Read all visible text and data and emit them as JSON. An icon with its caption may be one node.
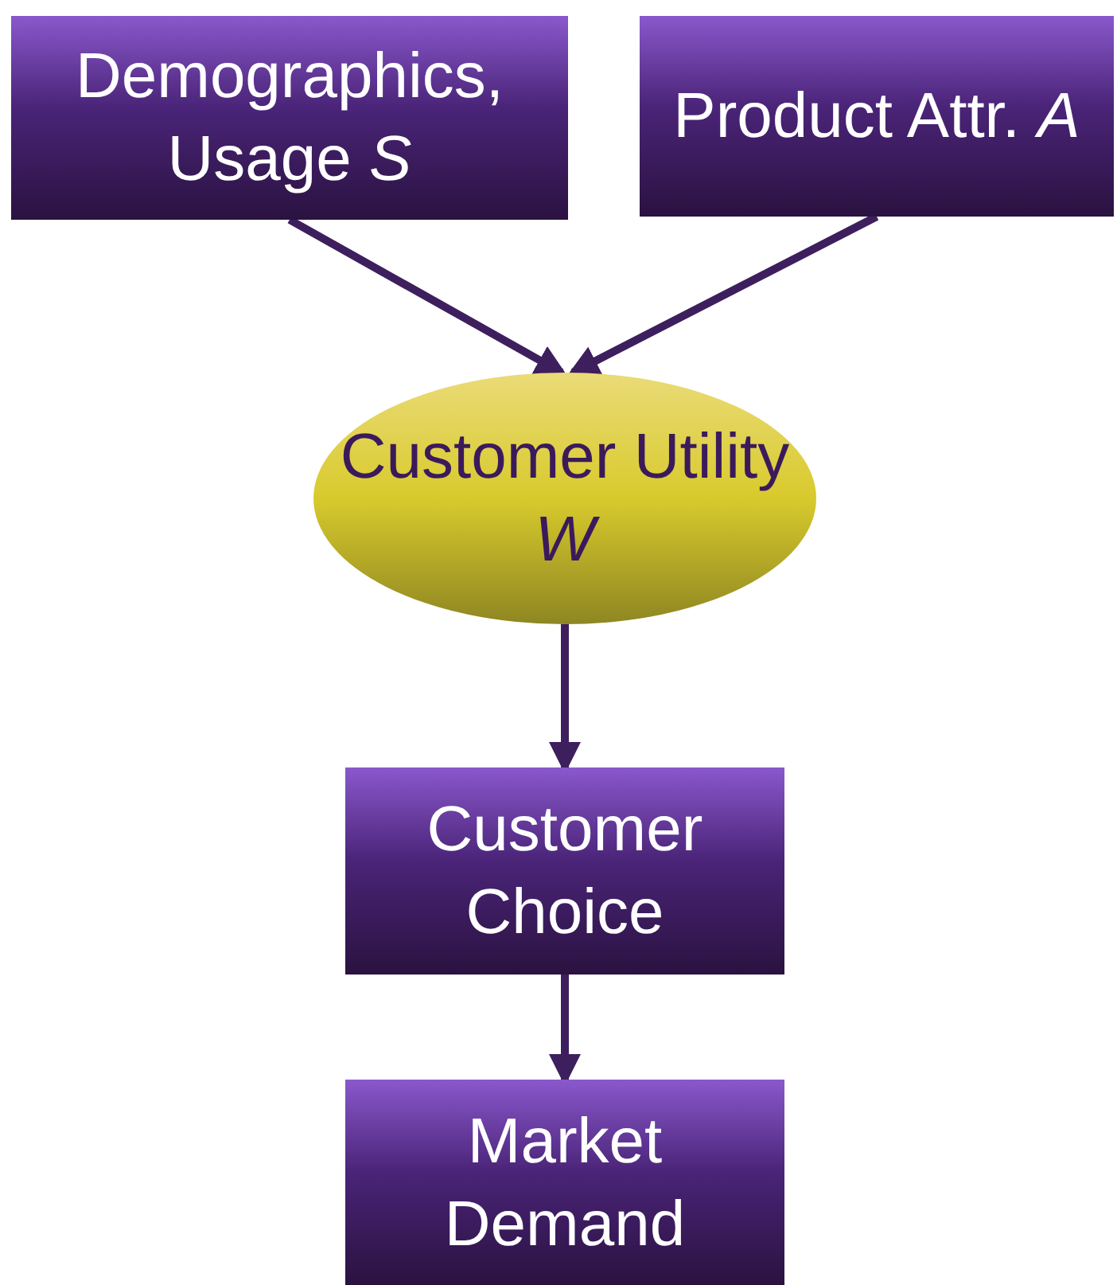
{
  "diagram": {
    "nodes": [
      {
        "text": [
          "Demographics, Usage *S*"
        ]
      },
      {
        "text": [
          "Product Attr. *A*"
        ]
      },
      {
        "text": [
          "Customer Utility *W*"
        ]
      },
      {
        "text": [
          "Customer Choice"
        ]
      },
      {
        "text": [
          "Market Demand"
        ]
      }
    ],
    "edges": [
      {
        "from": 0,
        "to": 2,
        "arrow": "to"
      },
      {
        "from": 1,
        "to": 2,
        "arrow": "to"
      },
      {
        "from": 2,
        "to": 3,
        "arrow": "to"
      },
      {
        "from": 3,
        "to": 4,
        "arrow": "to"
      }
    ]
  }
}
